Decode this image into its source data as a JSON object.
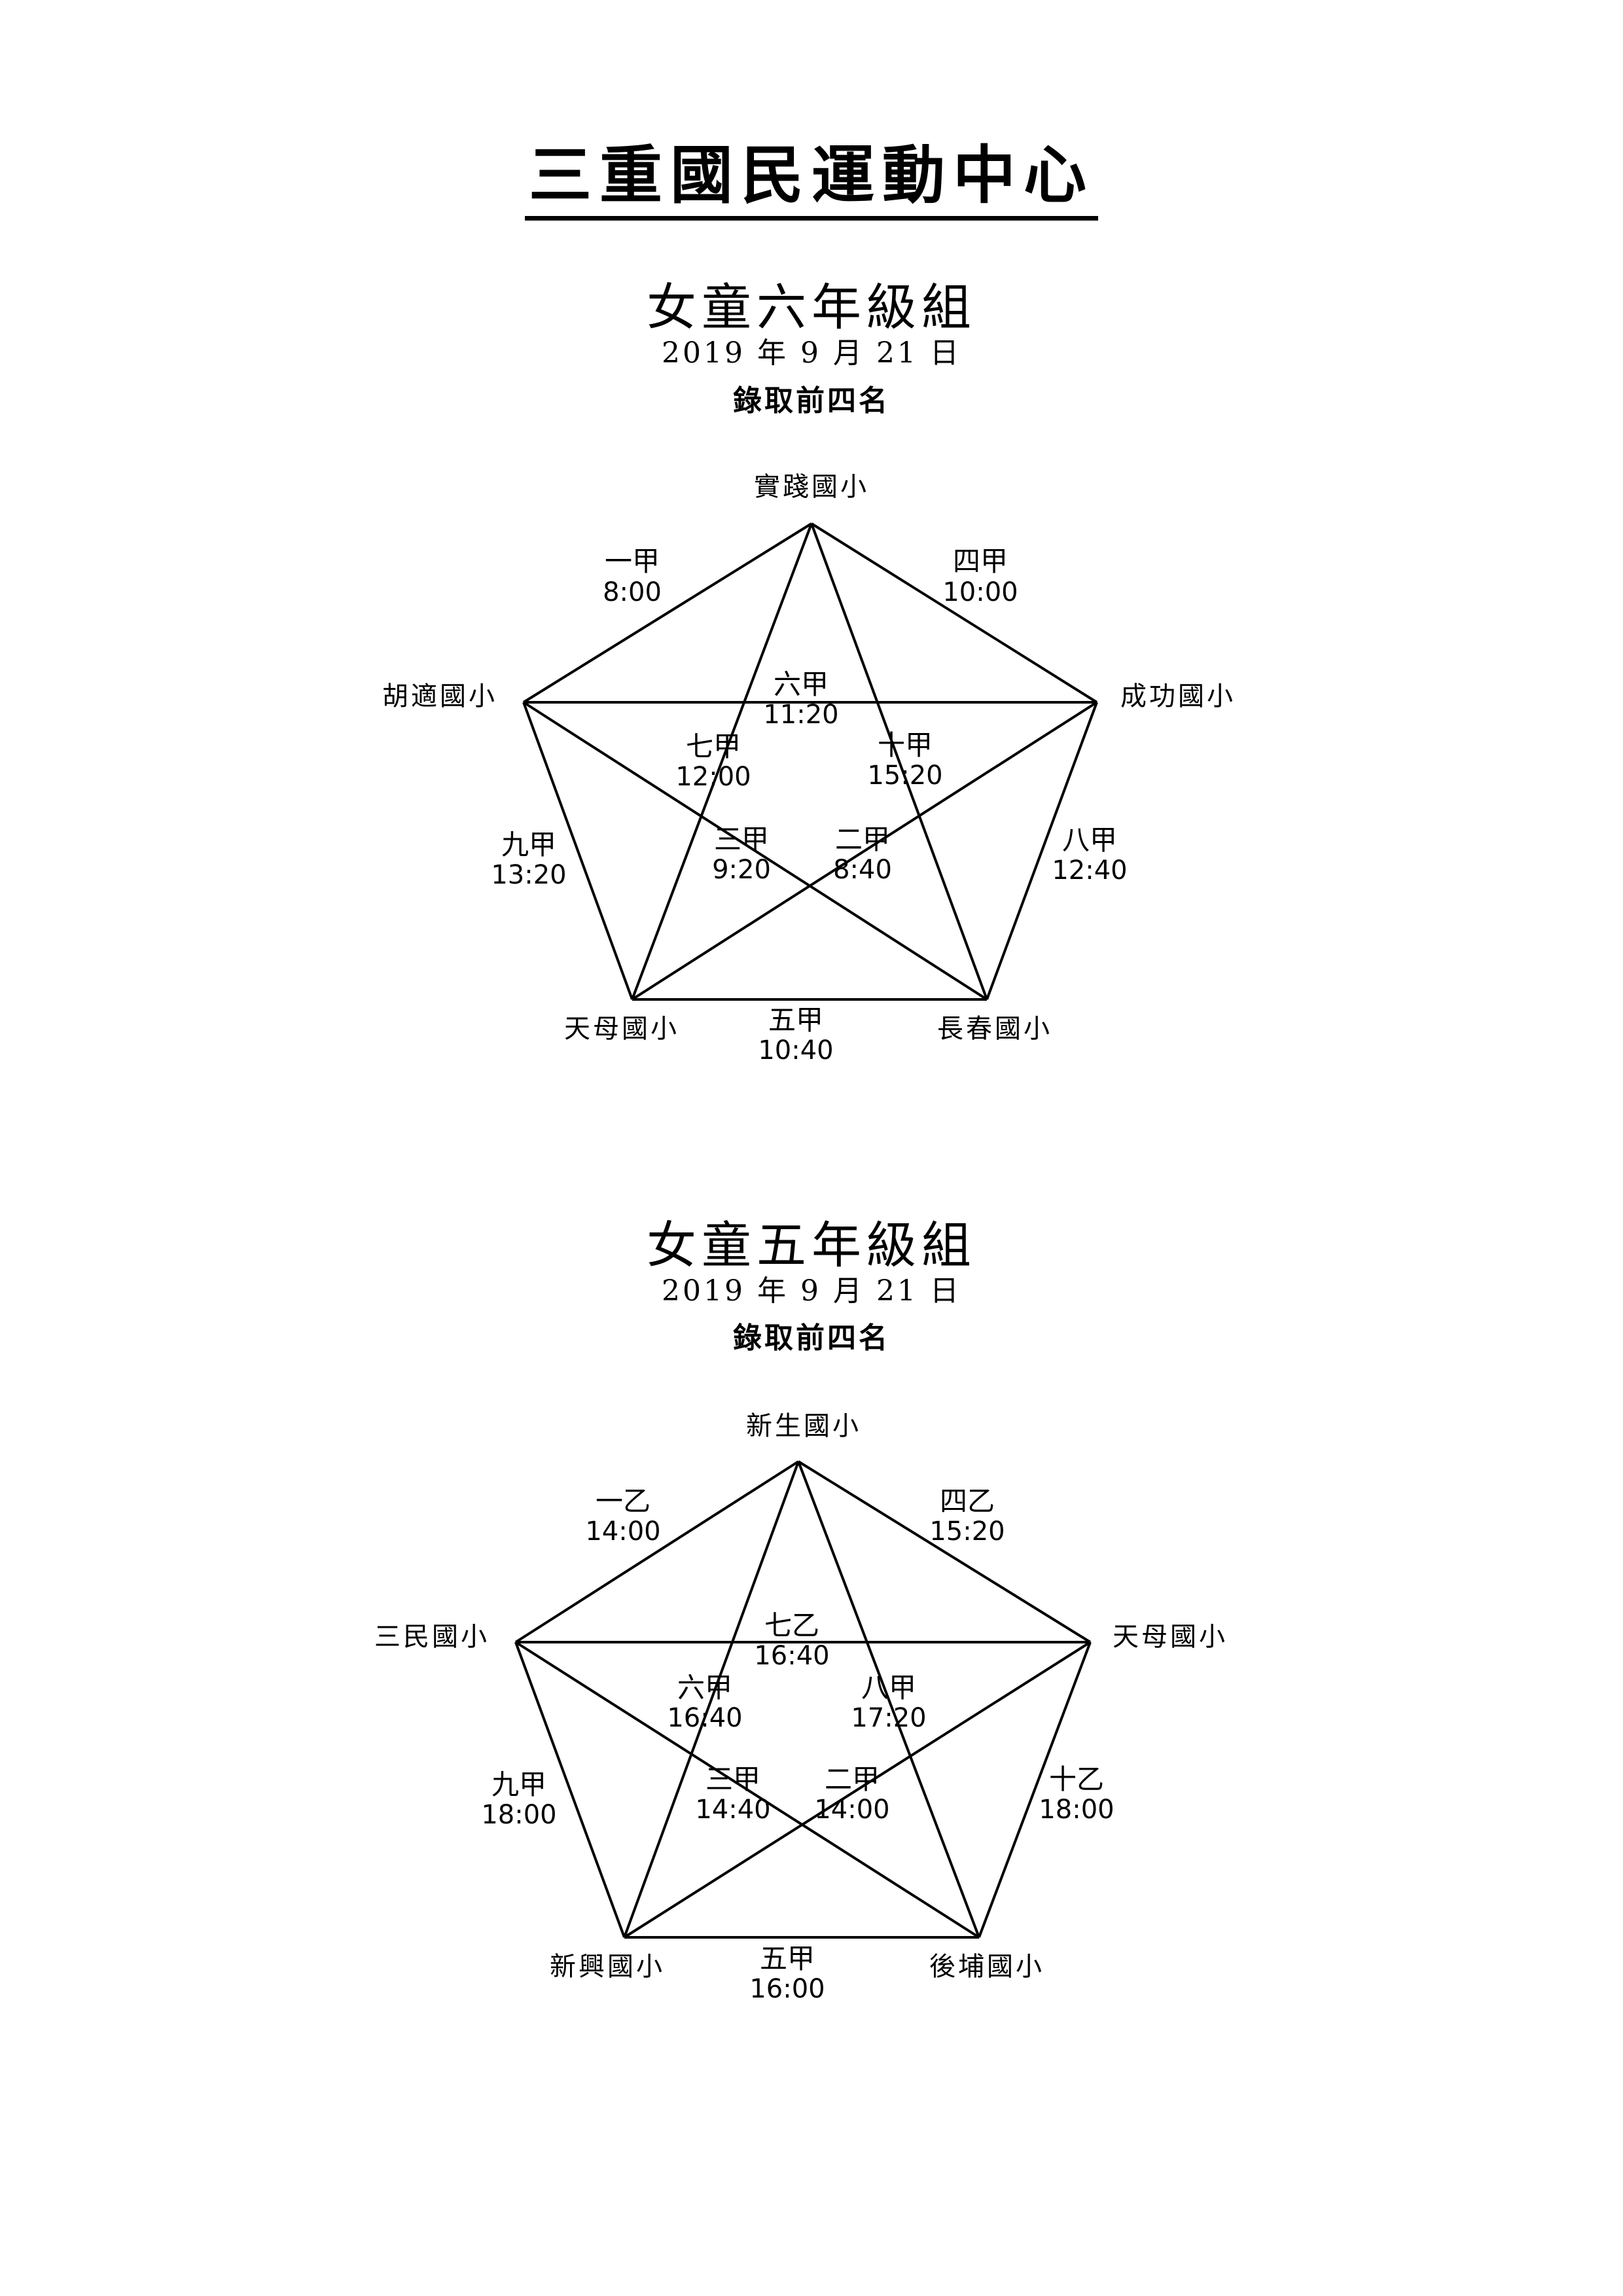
{
  "page_title": "三重國民運動中心",
  "groups": [
    {
      "title": "女童六年級組",
      "date": "2019 年 9 月 21 日",
      "note": "錄取前四名",
      "schools": {
        "top": "實踐國小",
        "right": "成功國小",
        "bottom_right": "長春國小",
        "bottom_left": "天母國小",
        "left": "胡適國小"
      },
      "matches": [
        {
          "label": "一甲",
          "time": "8:00"
        },
        {
          "label": "二甲",
          "time": "8:40"
        },
        {
          "label": "三甲",
          "time": "9:20"
        },
        {
          "label": "四甲",
          "time": "10:00"
        },
        {
          "label": "五甲",
          "time": "10:40"
        },
        {
          "label": "六甲",
          "time": "11:20"
        },
        {
          "label": "七甲",
          "time": "12:00"
        },
        {
          "label": "八甲",
          "time": "12:40"
        },
        {
          "label": "九甲",
          "time": "13:20"
        },
        {
          "label": "十甲",
          "time": "15:20"
        }
      ]
    },
    {
      "title": "女童五年級組",
      "date": "2019 年 9 月 21 日",
      "note": "錄取前四名",
      "schools": {
        "top": "新生國小",
        "right": "天母國小",
        "bottom_right": "後埔國小",
        "bottom_left": "新興國小",
        "left": "三民國小"
      },
      "matches": [
        {
          "label": "一乙",
          "time": "14:00"
        },
        {
          "label": "二甲",
          "time": "14:00"
        },
        {
          "label": "三甲",
          "time": "14:40"
        },
        {
          "label": "四乙",
          "time": "15:20"
        },
        {
          "label": "五甲",
          "time": "16:00"
        },
        {
          "label": "六甲",
          "time": "16:40"
        },
        {
          "label": "七乙",
          "time": "16:40"
        },
        {
          "label": "八甲",
          "time": "17:20"
        },
        {
          "label": "九甲",
          "time": "18:00"
        },
        {
          "label": "十乙",
          "time": "18:00"
        }
      ]
    }
  ]
}
